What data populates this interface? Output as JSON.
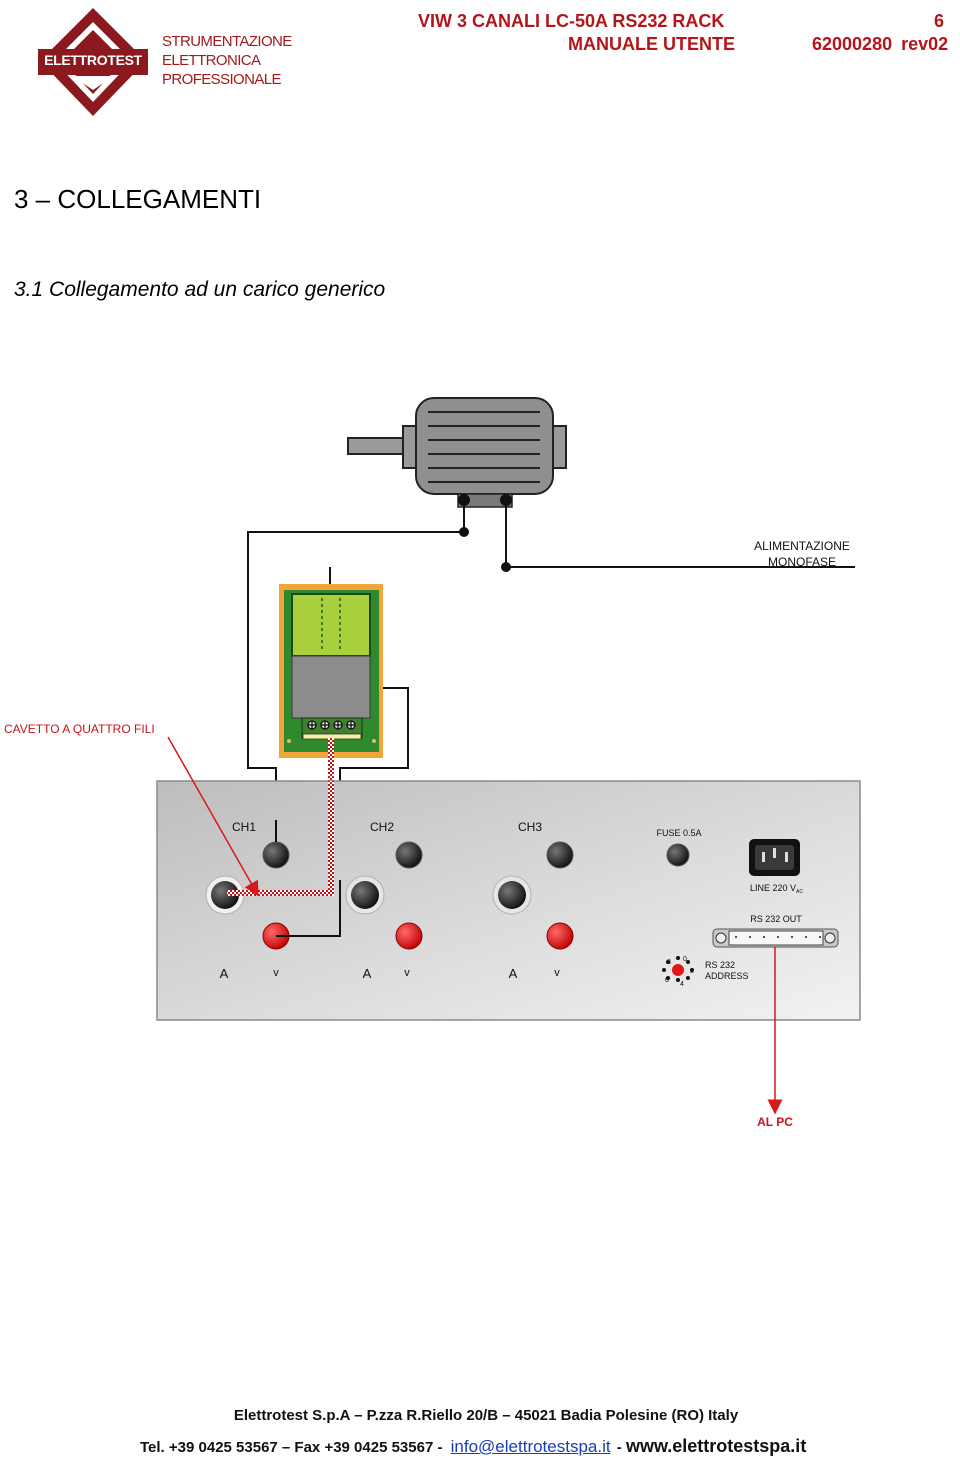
{
  "header": {
    "logo_text": "ELETTROTEST",
    "tagline": [
      "STRUMENTAZIONE",
      "ELETTRONICA",
      "PROFESSIONALE"
    ],
    "product": "VIW 3 CANALI LC-50A RS232 RACK",
    "manual": "MANUALE UTENTE",
    "page_number": "6",
    "doc_code": "62000280",
    "revision": "rev02"
  },
  "section": {
    "title": "3 – COLLEGAMENTI",
    "subtitle": "3.1 Collegamento ad un carico generico"
  },
  "diagram": {
    "supply_label": [
      "ALIMENTAZIONE",
      "MONOFASE"
    ],
    "cable_label": "CAVETTO A QUATTRO FILI",
    "channels": [
      "CH1",
      "CH2",
      "CH3"
    ],
    "fuse_label": "FUSE 0.5A",
    "line_label": "LINE 220 V",
    "line_sub": "AC",
    "rs232_out_label": "RS 232 OUT",
    "rs232_address_label": [
      "RS 232",
      "ADDRESS"
    ],
    "dial_digits": [
      "8",
      "0",
      "2",
      "4",
      "6"
    ],
    "terminal_labels": [
      "A",
      "v",
      "A",
      "v",
      "A",
      "v"
    ],
    "pc_label": "AL PC",
    "colors": {
      "accent_red": "#c8141b",
      "panel_gray": "#cfcfcf",
      "wire": "#111111"
    }
  },
  "footer": {
    "address": "Elettrotest S.p.A – P.zza R.Riello 20/B – 45021 Badia Polesine (RO) Italy",
    "phone": "Tel. +39 0425 53567 – Fax +39 0425 53567 -",
    "email": "info@elettrotestspa.it",
    "separator": "-",
    "website": "www.elettrotestspa.it"
  }
}
